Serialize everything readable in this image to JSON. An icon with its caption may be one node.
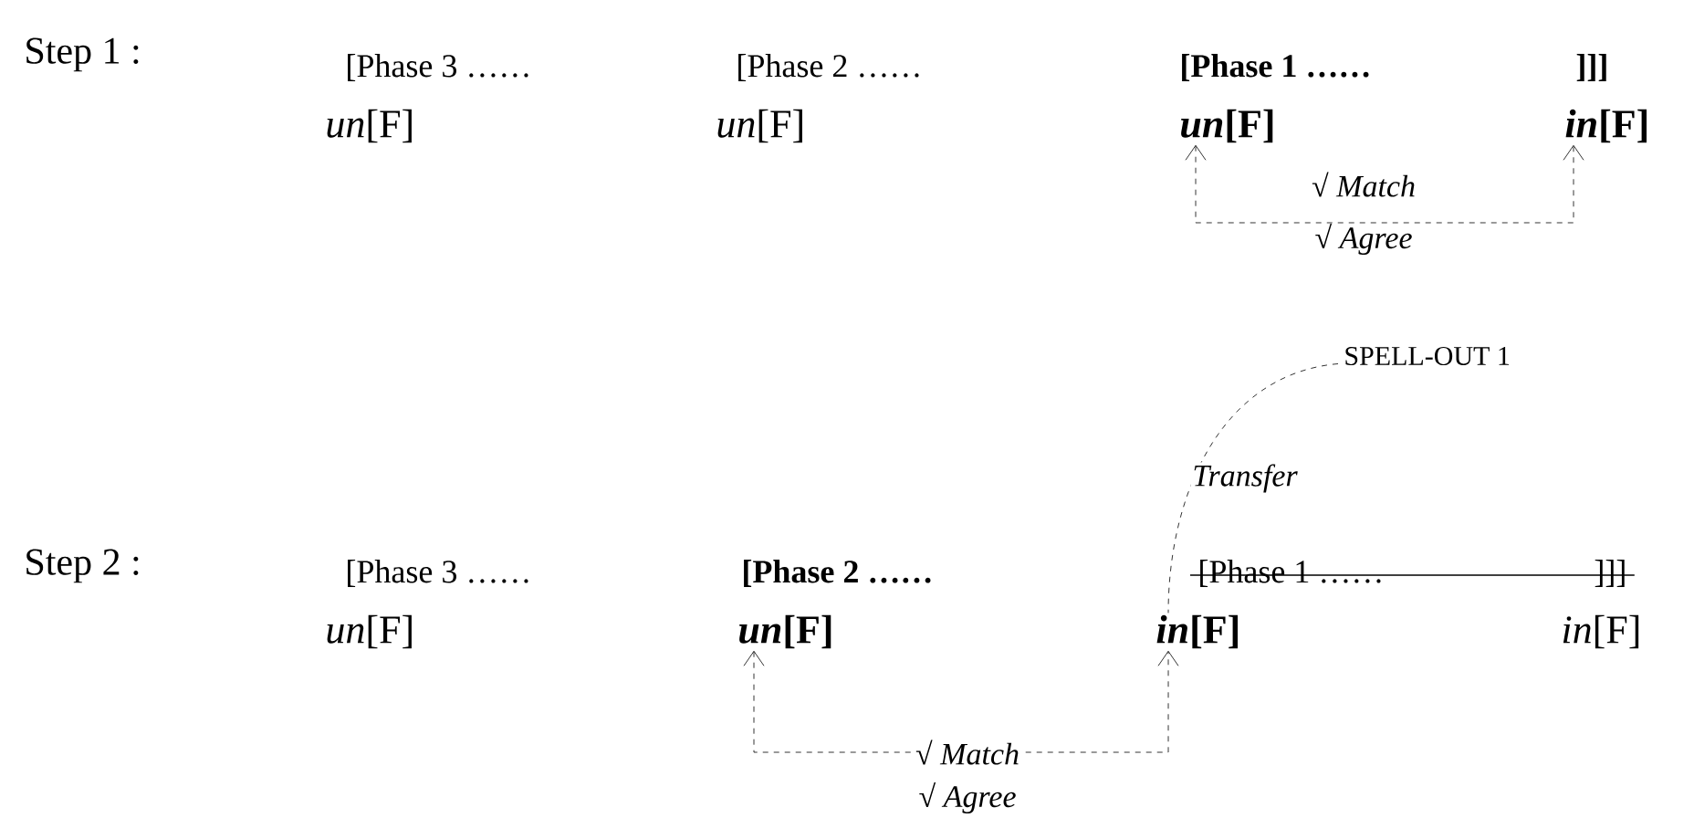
{
  "diagram": {
    "nodes": [
      {
        "text": [
          "*un*[F]"
        ]
      },
      {
        "text": [
          "*in*[F]"
        ]
      },
      {
        "text": [
          "SPELL-OUT 1"
        ]
      },
      {
        "text": [
          "*un*[F]"
        ]
      },
      {
        "text": [
          "*in*[F]"
        ]
      }
    ],
    "edges": [
      {
        "from": 0,
        "to": 1,
        "arrow": "both",
        "style": "dashed",
        "label": "√ *Match*"
      },
      {
        "from": 3,
        "to": 4,
        "arrow": "both",
        "style": "dashed",
        "label": "√ *Match*"
      },
      {
        "from": 2,
        "to": 4,
        "arrow": "none",
        "style": "dashed",
        "label": "Transfer"
      }
    ],
    "labels": [
      "Step 1 :",
      "[Phase 3 ……",
      "[Phase 2 ……",
      "[Phase 1 ……",
      "]]]",
      "*un*[F]",
      "*un*[F]",
      "√ *Agree*",
      "Step 2 :",
      "[Phase 3 ……",
      "[Phase 2 ……",
      "[Phase 1 ……",
      "]]]",
      "*un*[F]",
      "*in*[F]",
      "√ *Agree*"
    ]
  }
}
